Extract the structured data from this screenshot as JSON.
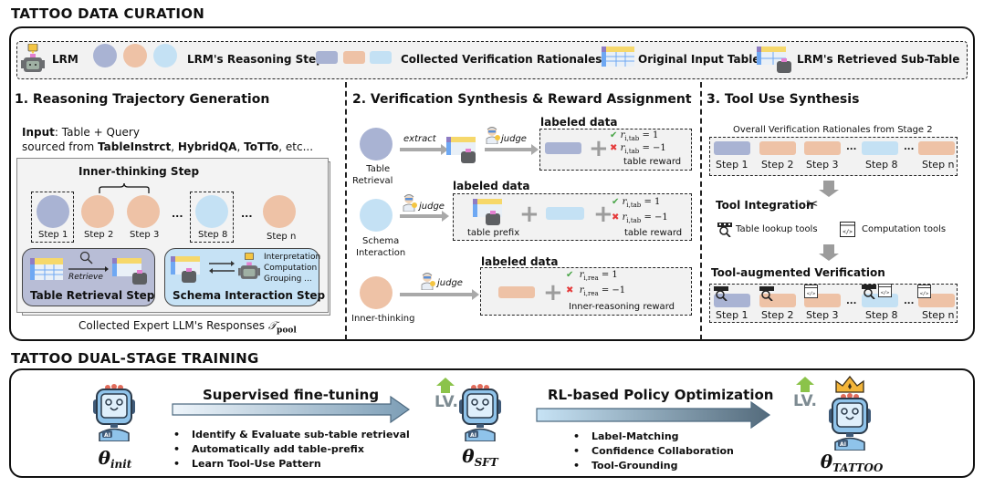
{
  "curation": {
    "title": "TATTOO DATA CURATION",
    "legend": {
      "lrm": "LRM",
      "reasoning_steps": "LRM's Reasoning Steps",
      "verification_rationales": "Collected Verification Rationales",
      "original_table": "Original Input Table",
      "retrieved_subtable": "LRM's Retrieved Sub-Table"
    },
    "colors": {
      "table_retrieval": "#a9b3d3",
      "inner_thinking": "#eec2a6",
      "schema_interaction": "#c4e1f4"
    },
    "stage1": {
      "title": "1. Reasoning Trajectory Generation",
      "input_label": "Input",
      "input_text": ": Table + Query",
      "sourced_prefix": "sourced from ",
      "src1": "TableInstrct",
      "sep1": ", ",
      "src2": "HybridQA",
      "sep2": ", ",
      "src3": "ToTTo",
      "sourced_suffix": ", etc...",
      "inner_thinking_label": "Inner-thinking Step",
      "steps": [
        {
          "label": "Step 1",
          "color": "blue"
        },
        {
          "label": "Step 2",
          "color": "peach"
        },
        {
          "label": "Step 3",
          "color": "peach"
        },
        {
          "label": "Step 8",
          "color": "light"
        },
        {
          "label": "Step n",
          "color": "peach"
        }
      ],
      "ellipsis": "...",
      "retrieve_label": "Retrieve",
      "table_retrieval_step": "Table Retrieval Step",
      "schema_ops": [
        "Interpretation",
        "Computation",
        "Grouping ..."
      ],
      "schema_interaction_step": "Schema Interaction Step",
      "footer_text": "Collected Expert LLM's Responses ",
      "footer_math": "𝒯",
      "footer_sub": "pool"
    },
    "stage2": {
      "title": "2. Verification Synthesis & Reward Assignment",
      "labeled_data": "labeled data",
      "extract": "extract",
      "judge": "judge",
      "rows": [
        {
          "source": "Table\nRetrieval",
          "source_l1": "Table",
          "source_l2": "Retrieval",
          "pos": "r_{i,tab} = 1",
          "r": "r",
          "sub": "i,tab",
          "pos_val": " = 1",
          "neg_val": " = −1",
          "reward": "table reward"
        },
        {
          "source_l1": "Schema",
          "source_l2": "Interaction",
          "r": "r",
          "sub": "i,tab",
          "pos_val": " = 1",
          "neg_val": " = −1",
          "reward": "table reward",
          "prefix": "table prefix"
        },
        {
          "source_l1": "Inner-thinking",
          "r": "r",
          "sub": "i,rea",
          "pos_val": " = 1",
          "neg_val": " = −1",
          "reward": "Inner-reasoning reward"
        }
      ]
    },
    "stage3": {
      "title": "3. Tool Use Synthesis",
      "overall_label": "Overall Verification Rationales from Stage 2",
      "steps": [
        "Step 1",
        "Step 2",
        "Step 3",
        "Step 8",
        "Step n"
      ],
      "ellipsis": "...",
      "tool_integration": "Tool Integration",
      "table_lookup_tools": "Table lookup tools",
      "computation_tools": "Computation tools",
      "tool_augmented": "Tool-augmented Verification"
    }
  },
  "training": {
    "title": "TATTOO DUAL-STAGE TRAINING",
    "sft_label": "Supervised fine-tuning",
    "sft_bullets": [
      "Identify & Evaluate sub-table retrieval",
      "Automatically add table-prefix",
      "Learn Tool-Use Pattern"
    ],
    "rl_label": "RL-based Policy Optimization",
    "rl_bullets": [
      "Label-Matching",
      "Confidence Collaboration",
      "Tool-Grounding"
    ],
    "lv_label": "LV.",
    "ai_badge": "AI",
    "models": [
      {
        "theta": "θ",
        "sub": "init"
      },
      {
        "theta": "θ",
        "sub": "SFT"
      },
      {
        "theta": "θ",
        "sub": "TATTOO"
      }
    ]
  }
}
